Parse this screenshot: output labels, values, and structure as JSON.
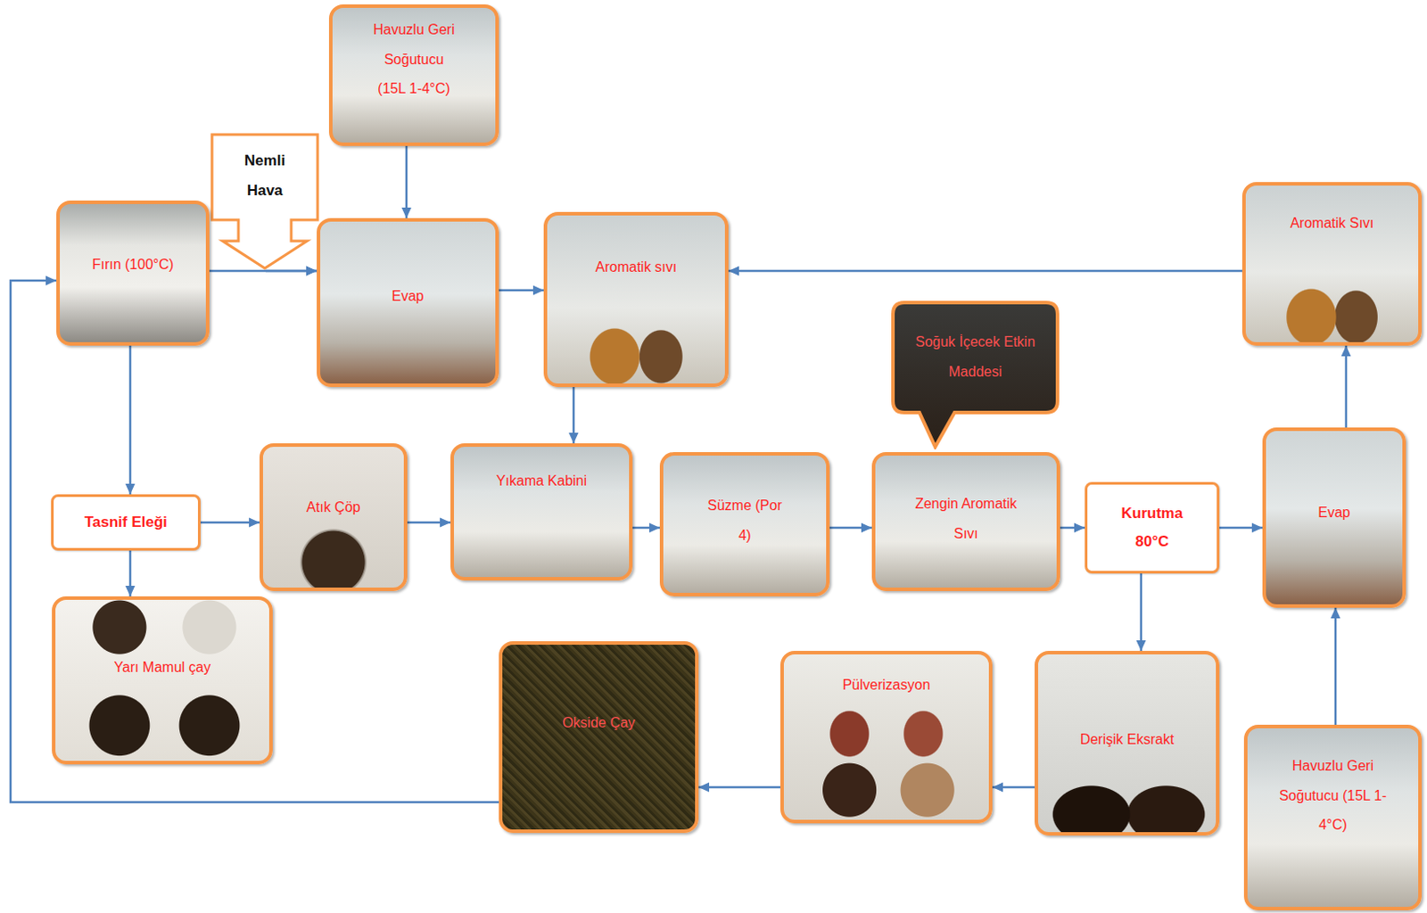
{
  "diagram": {
    "nodes": [
      {
        "text": [
          "Havuzlu Geri Soğutucu (15L 1-4°C)"
        ]
      },
      {
        "text": [
          "Nemli Hava"
        ]
      },
      {
        "text": [
          "Fırın (100°C)"
        ]
      },
      {
        "text": [
          "Evap"
        ]
      },
      {
        "text": [
          "Aromatik sıvı"
        ]
      },
      {
        "text": [
          "Aromatik Sıvı"
        ]
      },
      {
        "text": [
          "Soğuk İçecek Etkin Maddesi"
        ]
      },
      {
        "text": [
          "Atık Çöp"
        ]
      },
      {
        "text": [
          "Yıkama Kabini"
        ]
      },
      {
        "text": [
          "Süzme (Por 4)"
        ]
      },
      {
        "text": [
          "Zengin Aromatik Sıvı"
        ]
      },
      {
        "text": [
          "Evap"
        ]
      },
      {
        "text": [
          "Tasnif Eleği"
        ]
      },
      {
        "text": [
          "Kurutma 80°C"
        ]
      },
      {
        "text": [
          "Yarı Mamul çay"
        ]
      },
      {
        "text": [
          "Okside Çay"
        ]
      },
      {
        "text": [
          "Pülverizasyon"
        ]
      },
      {
        "text": [
          "Derişik Eksrakt"
        ]
      },
      {
        "text": [
          "Havuzlu Geri Soğutucu (15L 1-4°C)"
        ]
      }
    ],
    "edges": [
      {
        "from": 0,
        "to": 3,
        "arrow": "to"
      },
      {
        "from": 2,
        "to": 3,
        "arrow": "to"
      },
      {
        "from": 1,
        "to": 3,
        "arrow": "to"
      },
      {
        "from": 3,
        "to": 4,
        "arrow": "to"
      },
      {
        "from": 5,
        "to": 4,
        "arrow": "to"
      },
      {
        "from": 4,
        "to": 8,
        "arrow": "to"
      },
      {
        "from": 2,
        "to": 12,
        "arrow": "to"
      },
      {
        "from": 12,
        "to": 7,
        "arrow": "to"
      },
      {
        "from": 12,
        "to": 14,
        "arrow": "to"
      },
      {
        "from": 7,
        "to": 8,
        "arrow": "to"
      },
      {
        "from": 8,
        "to": 9,
        "arrow": "to"
      },
      {
        "from": 9,
        "to": 10,
        "arrow": "to"
      },
      {
        "from": 10,
        "to": 13,
        "arrow": "to"
      },
      {
        "from": 13,
        "to": 11,
        "arrow": "to"
      },
      {
        "from": 11,
        "to": 5,
        "arrow": "to"
      },
      {
        "from": 18,
        "to": 11,
        "arrow": "to"
      },
      {
        "from": 13,
        "to": 17,
        "arrow": "to"
      },
      {
        "from": 17,
        "to": 16,
        "arrow": "to"
      },
      {
        "from": 16,
        "to": 15,
        "arrow": "to"
      },
      {
        "from": 15,
        "to": 2,
        "arrow": "to"
      }
    ]
  }
}
